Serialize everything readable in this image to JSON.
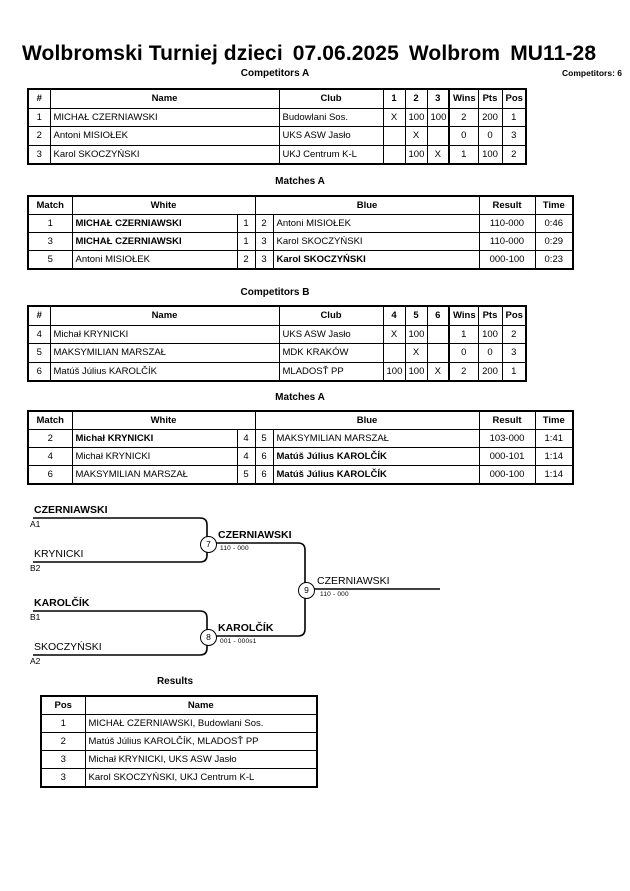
{
  "header": {
    "tournament": "Wolbromski Turniej dzieci",
    "date": "07.06.2025",
    "city": "Wolbrom",
    "category": "MU11-28",
    "competitors_label": "Competitors: 6"
  },
  "sections": {
    "competitors_a": "Competitors A",
    "matches_a1": "Matches A",
    "competitors_b": "Competitors B",
    "matches_a2": "Matches A",
    "results": "Results"
  },
  "competitors_table": {
    "headers": [
      "#",
      "Name",
      "Club",
      "Wins",
      "Pts",
      "Pos"
    ],
    "group_a": {
      "opponent_columns": [
        "1",
        "2",
        "3"
      ],
      "rows": [
        {
          "num": "1",
          "name": "MICHAŁ CZERNIAWSKI",
          "club": "Budowlani Sos.",
          "cells": [
            "X",
            "100",
            "100"
          ],
          "wins": "2",
          "pts": "200",
          "pos": "1"
        },
        {
          "num": "2",
          "name": "Antoni MISIOŁEK",
          "club": "UKS ASW Jasło",
          "cells": [
            "",
            "X",
            ""
          ],
          "wins": "0",
          "pts": "0",
          "pos": "3"
        },
        {
          "num": "3",
          "name": "Karol SKOCZYŃSKI",
          "club": "UKJ Centrum K-L",
          "cells": [
            "",
            "100",
            "X"
          ],
          "wins": "1",
          "pts": "100",
          "pos": "2"
        }
      ]
    },
    "group_b": {
      "opponent_columns": [
        "4",
        "5",
        "6"
      ],
      "rows": [
        {
          "num": "4",
          "name": "Michał KRYNICKI",
          "club": "UKS ASW Jasło",
          "cells": [
            "X",
            "100",
            ""
          ],
          "wins": "1",
          "pts": "100",
          "pos": "2"
        },
        {
          "num": "5",
          "name": "MAKSYMILIAN MARSZAŁ",
          "club": "MDK KRAKÓW",
          "cells": [
            "",
            "X",
            ""
          ],
          "wins": "0",
          "pts": "0",
          "pos": "3"
        },
        {
          "num": "6",
          "name": "Matúš Július KAROLČÍK",
          "club": "MLADOSŤ PP",
          "cells": [
            "100",
            "100",
            "X"
          ],
          "wins": "2",
          "pts": "200",
          "pos": "1"
        }
      ]
    }
  },
  "matches_table": {
    "headers": [
      "Match",
      "White",
      "Blue",
      "Result",
      "Time"
    ],
    "group_a": [
      {
        "match": "1",
        "white": "MICHAŁ CZERNIAWSKI",
        "white_bold": true,
        "wnum": "1",
        "bnum": "2",
        "blue": "Antoni MISIOŁEK",
        "blue_bold": false,
        "result": "110-000",
        "time": "0:46"
      },
      {
        "match": "3",
        "white": "MICHAŁ CZERNIAWSKI",
        "white_bold": true,
        "wnum": "1",
        "bnum": "3",
        "blue": "Karol SKOCZYŃSKI",
        "blue_bold": false,
        "result": "110-000",
        "time": "0:29"
      },
      {
        "match": "5",
        "white": "Antoni MISIOŁEK",
        "white_bold": false,
        "wnum": "2",
        "bnum": "3",
        "blue": "Karol SKOCZYŃSKI",
        "blue_bold": true,
        "result": "000-100",
        "time": "0:23"
      }
    ],
    "group_b": [
      {
        "match": "2",
        "white": "Michał KRYNICKI",
        "white_bold": true,
        "wnum": "4",
        "bnum": "5",
        "blue": "MAKSYMILIAN MARSZAŁ",
        "blue_bold": false,
        "result": "103-000",
        "time": "1:41"
      },
      {
        "match": "4",
        "white": "Michał KRYNICKI",
        "white_bold": false,
        "wnum": "4",
        "bnum": "6",
        "blue": "Matúš Július KAROLČÍK",
        "blue_bold": true,
        "result": "000-101",
        "time": "1:14"
      },
      {
        "match": "6",
        "white": "MAKSYMILIAN MARSZAŁ",
        "white_bold": false,
        "wnum": "5",
        "bnum": "6",
        "blue": "Matúš Július KAROLČÍK",
        "blue_bold": true,
        "result": "000-100",
        "time": "1:14"
      }
    ]
  },
  "bracket": {
    "entries": [
      {
        "name": "CZERNIAWSKI",
        "seed": "A1",
        "bold": true
      },
      {
        "name": "KRYNICKI",
        "seed": "B2",
        "bold": false
      },
      {
        "name": "KAROLČÍK",
        "seed": "B1",
        "bold": true
      },
      {
        "name": "SKOCZYŃSKI",
        "seed": "A2",
        "bold": false
      }
    ],
    "semifinals": [
      {
        "number": "7",
        "winner": "CZERNIAWSKI",
        "score": "110 - 000",
        "bold": true
      },
      {
        "number": "8",
        "winner": "KAROLČÍK",
        "score": "001 - 000s1",
        "bold": true
      }
    ],
    "final": {
      "number": "9",
      "winner": "CZERNIAWSKI",
      "score": "110 - 000",
      "bold": false
    }
  },
  "results_table": {
    "headers": [
      "Pos",
      "Name"
    ],
    "rows": [
      {
        "pos": "1",
        "name": "MICHAŁ CZERNIAWSKI, Budowlani Sos."
      },
      {
        "pos": "2",
        "name": "Matúš Július KAROLČÍK, MLADOSŤ PP"
      },
      {
        "pos": "3",
        "name": "Michał KRYNICKI, UKS ASW Jasło"
      },
      {
        "pos": "3",
        "name": "Karol SKOCZYŃSKI, UKJ Centrum K-L"
      }
    ]
  }
}
